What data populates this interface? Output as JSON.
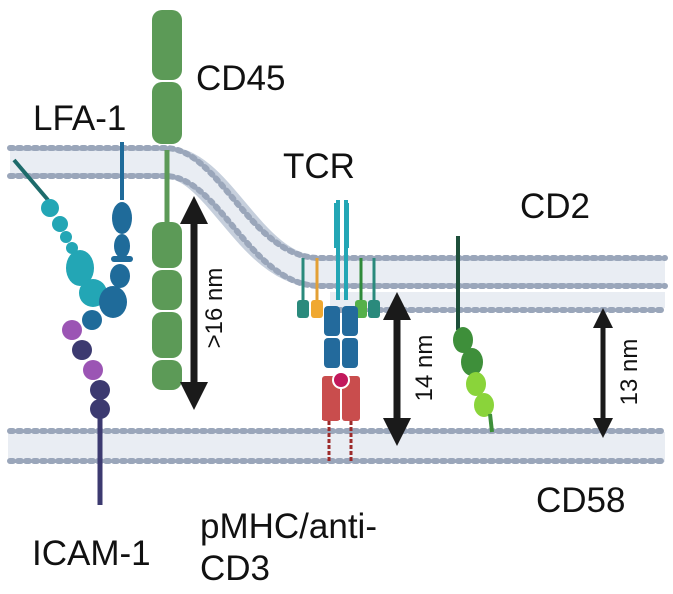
{
  "labels": {
    "lfa1": "LFA-1",
    "cd45": "CD45",
    "tcr": "TCR",
    "cd2": "CD2",
    "icam1": "ICAM-1",
    "pmhc_line1": "pMHC/anti-",
    "pmhc_line2": "CD3",
    "cd58": "CD58",
    "dist_cd45": ">16 nm",
    "dist_tcr": "14 nm",
    "dist_cd2": "13 nm"
  },
  "colors": {
    "membrane": "#a7b3c6",
    "membrane_head": "#9aa6ba",
    "cd45": "#5c9a57",
    "lfa1_teal": "#23a6b5",
    "lfa1_blue": "#1f6b9a",
    "icam_purple": "#9b55b4",
    "icam_dark": "#3c3a70",
    "tcr_blue": "#236a9c",
    "mhc_red": "#c94d4d",
    "cd2_green": "#3e8f3a",
    "cd58_green": "#8ad43a",
    "arrow": "#1a1a1a"
  }
}
